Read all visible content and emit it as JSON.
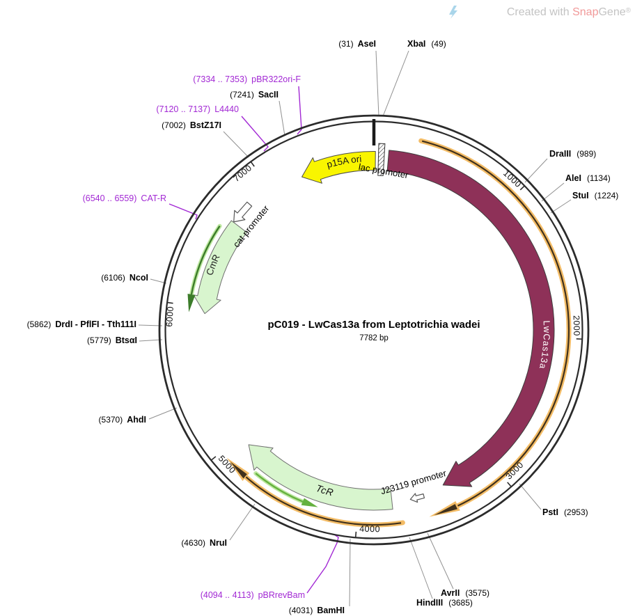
{
  "credit": {
    "created_with": "Created with ",
    "snap": "Snap",
    "gene": "Gene",
    "reg": "®"
  },
  "plasmid": {
    "name": "pC019 - LwCas13a from Leptotrichia wadei",
    "length": "7782 bp"
  },
  "ring": {
    "kb_labels": [
      "1000",
      "2000",
      "3000",
      "4000",
      "5000",
      "6000",
      "7000"
    ]
  },
  "features": [
    {
      "label": "LwCas13a",
      "type": "CDS",
      "color": "#8E3158"
    },
    {
      "label": "p15A ori",
      "type": "origin",
      "color": "#F9F500"
    },
    {
      "label": "lac promoter",
      "type": "promoter"
    },
    {
      "label": "CmR",
      "type": "CDS",
      "color": "#D8F5CE"
    },
    {
      "label": "cat promoter",
      "type": "promoter"
    },
    {
      "label": "TcR",
      "type": "CDS",
      "color": "#D8F5CE"
    },
    {
      "label": "J23119 promoter",
      "type": "promoter"
    }
  ],
  "sites": [
    {
      "num": "(31)",
      "name": "AseI"
    },
    {
      "name": "XbaI",
      "num": "(49)"
    },
    {
      "num": "(7241)",
      "name": "SacII"
    },
    {
      "num": "(7002)",
      "name": "BstZ17I"
    },
    {
      "name": "DraIII",
      "num": "(989)"
    },
    {
      "name": "AleI",
      "num": "(1134)"
    },
    {
      "name": "StuI",
      "num": "(1224)"
    },
    {
      "num": "(6106)",
      "name": "NcoI"
    },
    {
      "num": "(5862)",
      "name": "DrdI - PflFI - Tth111I"
    },
    {
      "num": "(5779)",
      "name": "BtsαI"
    },
    {
      "num": "(5370)",
      "name": "AhdI"
    },
    {
      "num": "(4630)",
      "name": "NruI"
    },
    {
      "num": "(4031)",
      "name": "BamHI"
    },
    {
      "name": "HindIII",
      "num": "(3685)"
    },
    {
      "name": "AvrII",
      "num": "(3575)"
    },
    {
      "name": "PstI",
      "num": "(2953)"
    }
  ],
  "primers": [
    {
      "range": "(7334 .. 7353)",
      "name": "pBR322ori-F"
    },
    {
      "range": "(7120 .. 7137)",
      "name": "L4440"
    },
    {
      "range": "(6540 .. 6559)",
      "name": "CAT-R"
    },
    {
      "range": "(4094 .. 4113)",
      "name": "pBRrevBam"
    }
  ],
  "colors": {
    "maroon": "#8E3158",
    "yellow": "#F9F500",
    "pale_green": "#D8F5CE",
    "orange_halo": "#F3BC66",
    "orange_core": "#40311C",
    "green_halo": "#BEE8A1",
    "green_dark": "#3C7C2A",
    "green_bright": "#65B13F",
    "purple": "#A228D4",
    "ring": "#2b2b2b",
    "callout": "#909090"
  }
}
